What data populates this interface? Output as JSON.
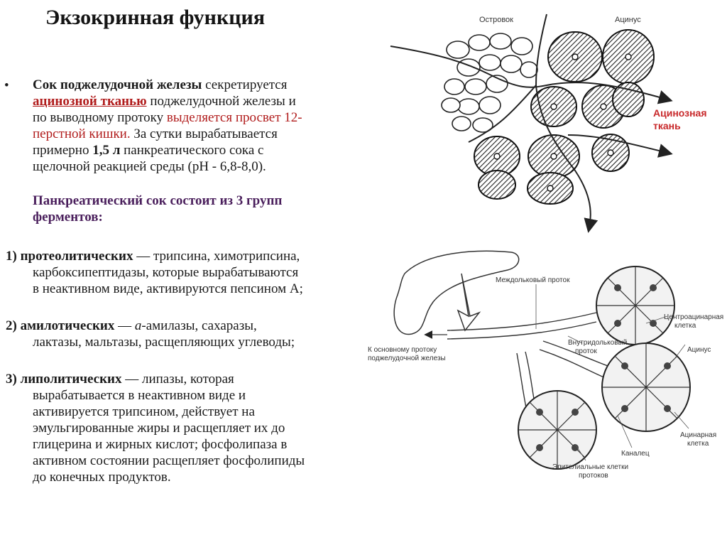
{
  "title": "Экзокринная функция",
  "intro": {
    "line1_bold": "Сок поджелудочной железы",
    "line1_rest": " секретируется",
    "line2_red": "ацинозной тканью",
    "line2_rest": " поджелудочной железы и",
    "line3_start": "по выводному протоку ",
    "line3_red": "выделяется просвет 12-",
    "line4_red": "перстной кишки.",
    "line4_rest": " За сутки вырабатывается",
    "line5_start": "примерно ",
    "line5_bold": "1,5 л",
    "line5_rest": " панкреатического сока с",
    "line6": "щелочной реакцией среды (рН - 6,8-8,0)."
  },
  "groups_header": {
    "line1": "Панкреатический сок состоит из 3 групп",
    "line2": "ферментов:"
  },
  "group1": {
    "head": "1) протеолитических",
    "line1_rest": " — трипсина, химотрипсина,",
    "line2": "карбоксипептидазы, которые вырабатываются",
    "line3": "в неактивном виде, активируются пепсином А;"
  },
  "group2": {
    "head": "2) амилотических",
    "line1_mid": " — ",
    "line1_italic": "а",
    "line1_rest": "-амилазы, сахаразы,",
    "line2": "лактазы, мальтазы, расщепляющих углеводы;"
  },
  "group3": {
    "head": "3) липолитических",
    "line1_rest": " — липазы, которая",
    "line2": "вырабатывается в неактивном виде и",
    "line3": "активируется трипсином,    действует на",
    "line4": "эмульгированные жиры и расщепляет их до",
    "line5": "глицерина и жирных кислот; фосфолипаза в",
    "line6": "активном состоянии расщепляет фосфолипиды",
    "line7": "до конечных продуктов."
  },
  "figure_top": {
    "label_islet": "Островок",
    "label_acinus": "Ацинус",
    "label_tissue_1": "Ацинозная",
    "label_tissue_2": "ткань"
  },
  "figure_bottom": {
    "label_interlobular_duct": "Междольковый проток",
    "label_centroacinar_1": "Центроацинарная",
    "label_centroacinar_2": "клетка",
    "label_main_duct_1": "К основному протоку",
    "label_main_duct_2": "поджелудочной железы",
    "label_intralobular_1": "Внутридольковый",
    "label_intralobular_2": "проток",
    "label_acinus": "Ацинус",
    "label_acinar_cell_1": "Ацинарная",
    "label_acinar_cell_2": "клетка",
    "label_canaliculus": "Каналец",
    "label_epithelial_1": "Эпителиальные клетки",
    "label_epithelial_2": "протоков"
  },
  "colors": {
    "accent_red": "#b11d1d",
    "label_red": "#c8282a",
    "header_purple": "#4a1f5c",
    "ink": "#1a1a1a"
  },
  "icons": {
    "bullet": "•"
  }
}
